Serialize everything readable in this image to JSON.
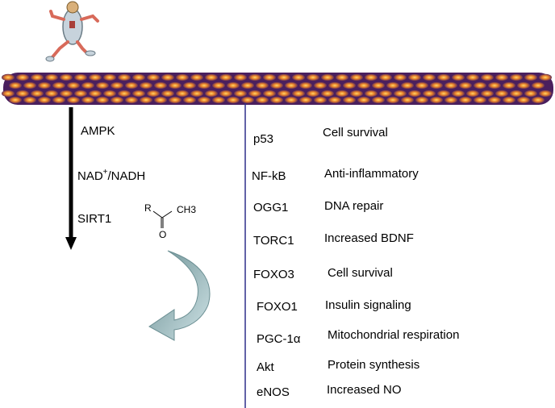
{
  "pathway": {
    "items": [
      {
        "main": "AMPK",
        "sup": "",
        "rest": ""
      },
      {
        "main": "NAD",
        "sup": "+",
        "rest": "/NADH"
      },
      {
        "main": "SIRT1",
        "sup": "",
        "rest": ""
      }
    ]
  },
  "molecule": {
    "r_label": "R",
    "ch3_label": "CH3",
    "o_label": "O"
  },
  "targets": [
    {
      "target": "p53",
      "effect": "Cell survival"
    },
    {
      "target": "NF-kB",
      "effect": "Anti-inflammatory"
    },
    {
      "target": "OGG1",
      "effect": "DNA repair"
    },
    {
      "target": "TORC1",
      "effect": "Increased BDNF"
    },
    {
      "target": "FOXO3",
      "effect": "Cell survival"
    },
    {
      "target": "FOXO1",
      "effect": "Insulin signaling"
    },
    {
      "target": "PGC-1α",
      "effect": "Mitochondrial respiration"
    },
    {
      "target": "Akt",
      "effect": "Protein synthesis"
    },
    {
      "target": "eNOS",
      "effect": "Increased NO"
    }
  ],
  "colors": {
    "fiber_dark": "#4a1f5e",
    "fiber_orange": "#e9822a",
    "divider": "#2f2f8a",
    "curved_arrow": "#7fa0a3",
    "runner_body": "#c7d3dc",
    "runner_limbs": "#d86a5a"
  },
  "icons": [
    "running-man-icon",
    "muscle-fiber-icon",
    "down-arrow-icon",
    "curved-arrow-icon"
  ]
}
